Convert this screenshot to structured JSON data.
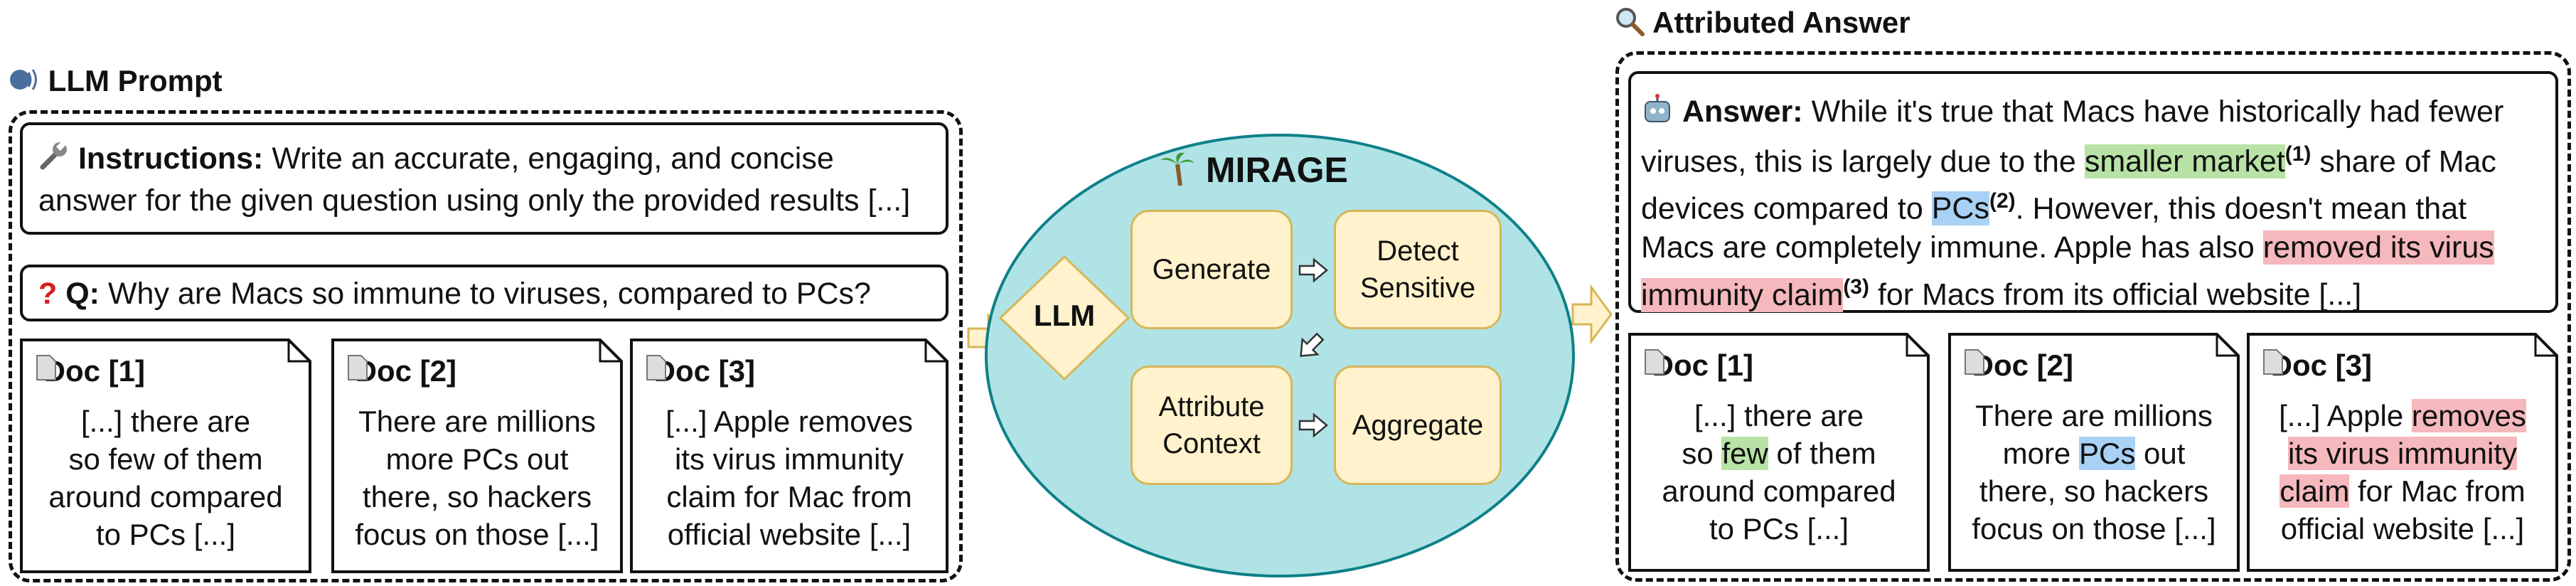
{
  "prompt_panel": {
    "title": "LLM Prompt",
    "instructions_label": "Instructions:",
    "instructions_line1": "Write an accurate, engaging, and concise",
    "instructions_line2": "answer for the given question using only the provided results [...]",
    "question_label": "Q:",
    "question_text": "Why are Macs so immune to viruses, compared to PCs?",
    "docs": [
      {
        "title": "Doc [1]",
        "lines": [
          "[...] there are",
          "so few of them",
          "around compared",
          "to PCs [...]"
        ]
      },
      {
        "title": "Doc [2]",
        "lines": [
          "There are millions",
          "more PCs out",
          "there, so hackers",
          "focus on those [...]"
        ]
      },
      {
        "title": "Doc [3]",
        "lines": [
          "[...] Apple removes",
          "its virus immunity",
          "claim for Mac from",
          "official website [...]"
        ]
      }
    ]
  },
  "mirage": {
    "title": "MIRAGE",
    "llm": "LLM",
    "generate": "Generate",
    "detect_line1": "Detect",
    "detect_line2": "Sensitive",
    "attribute_line1": "Attribute",
    "attribute_line2": "Context",
    "aggregate": "Aggregate",
    "colors": {
      "ellipse_fill": "#b0e3e6",
      "ellipse_stroke": "#0e8088",
      "node_fill": "#fff2cc",
      "node_stroke": "#d6b656"
    }
  },
  "answer_panel": {
    "title": "Attributed Answer",
    "answer_label": "Answer:",
    "l1": "While it's true that Macs have historically had fewer",
    "l2_pre": "viruses, this is largely due to the",
    "l2_hl": "smaller market",
    "l2_sup": "(1)",
    "l2_post": "share of Mac",
    "l3_pre": "devices compared to",
    "l3_hl": "PCs",
    "l3_sup": "(2)",
    "l3_post": ". However, this doesn't mean that",
    "l4_pre": "Macs are completely immune. Apple has also",
    "l4_hl": "removed its virus",
    "l5_hl": "immunity claim",
    "l5_sup": "(3)",
    "l5_post": "for Macs from its official website [...]",
    "docs": [
      {
        "title": "Doc [1]",
        "l1": "[...] there are",
        "l2_pre": "so",
        "l2_hl": "few",
        "l2_post": "of them",
        "l3": "around compared",
        "l4": "to PCs [...]"
      },
      {
        "title": "Doc [2]",
        "l1": "There are millions",
        "l2_pre": "more",
        "l2_hl": "PCs",
        "l2_post": "out",
        "l3": "there, so hackers",
        "l4": "focus on those [...]"
      },
      {
        "title": "Doc [3]",
        "l1_pre": "[...] Apple",
        "l1_hl": "removes",
        "l2_hl": "its virus immunity",
        "l3_hl": "claim",
        "l3_post": "for Mac from",
        "l4": "official website [...]"
      }
    ],
    "highlight_colors": {
      "green": "#b9e3a6",
      "blue": "#a9d1f5",
      "red": "#f5b8bc"
    }
  }
}
